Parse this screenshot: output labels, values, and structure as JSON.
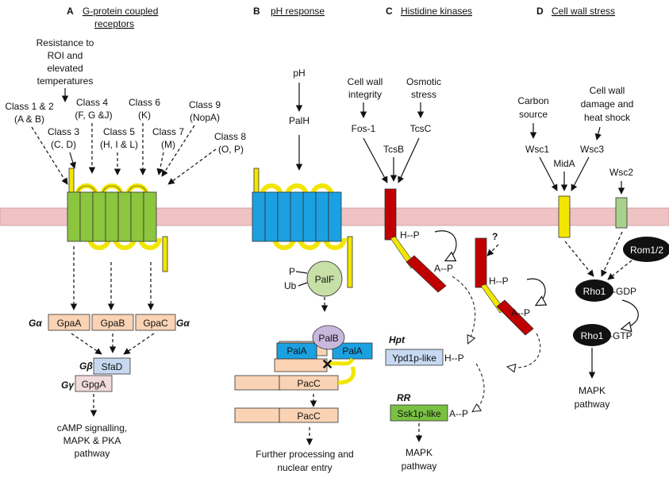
{
  "panels": {
    "A": {
      "letter": "A",
      "title1": "G-protein coupled",
      "title2": "receptors"
    },
    "B": {
      "letter": "B",
      "title": "pH response"
    },
    "C": {
      "letter": "C",
      "title": "Histidine kinases"
    },
    "D": {
      "letter": "D",
      "title": "Cell wall stress"
    }
  },
  "gpcr": {
    "resistance": [
      "Resistance to",
      "ROI and",
      "elevated",
      "temperatures"
    ],
    "class12": [
      "Class 1 & 2",
      "(A & B)"
    ],
    "class3": [
      "Class 3",
      "(C, D)"
    ],
    "class4": [
      "Class 4",
      "(F, G &J)"
    ],
    "class5": [
      "Class 5",
      "(H, I & L)"
    ],
    "class6": [
      "Class 6",
      "(K)"
    ],
    "class7": [
      "Class 7",
      "(M)"
    ],
    "class8": [
      "Class 8",
      "(O, P)"
    ],
    "class9": [
      "Class 9",
      "(NopA)"
    ],
    "galpha": "Gα",
    "gbeta": "Gβ",
    "ggamma": "Gγ",
    "gpaA": "GpaA",
    "gpaB": "GpaB",
    "gpaC": "GpaC",
    "sfaD": "SfaD",
    "gpgA": "GpgA",
    "output": [
      "cAMP signalling,",
      "MAPK & PKA",
      "pathway"
    ]
  },
  "ph": {
    "ph": "pH",
    "palH": "PalH",
    "palF": "PalF",
    "P": "P",
    "Ub": "Ub",
    "palB": "PalB",
    "palA": "PalA",
    "pacC": "PacC",
    "output": [
      "Further processing and",
      "nuclear entry"
    ]
  },
  "hk": {
    "cellwall": [
      "Cell wall",
      "integrity"
    ],
    "osmotic": [
      "Osmotic",
      "stress"
    ],
    "fos1": "Fos-1",
    "tcsC": "TcsC",
    "tcsB": "TcsB",
    "HP": "H--P",
    "AP": "A--P",
    "question": "?",
    "hpt": "Hpt",
    "ypd1": "Ypd1p-like",
    "rr": "RR",
    "ssk1": "Ssk1p-like",
    "output": [
      "MAPK",
      "pathway"
    ]
  },
  "cw": {
    "carbon": [
      "Carbon",
      "source"
    ],
    "damage": [
      "Cell wall",
      "damage and",
      "heat shock"
    ],
    "wsc1": "Wsc1",
    "midA": "MidA",
    "wsc3": "Wsc3",
    "wsc2": "Wsc2",
    "rom12": "Rom1/2",
    "rho1": "Rho1",
    "gdp": "-GDP",
    "gtp": "-GTP",
    "output": [
      "MAPK",
      "pathway"
    ]
  },
  "colors": {
    "membrane": "#efc3c3",
    "gpcr": "#8cc63f",
    "palH": "#1ba1e2",
    "loop": "#f2e600",
    "hk": "#c00000",
    "galpha": "#f9d3b4",
    "sfaD": "#c6d9f1",
    "gpgA": "#f2dcdb",
    "ssk1": "#7ac143",
    "palF": "#c6e0a8",
    "palB": "#c9b8dd",
    "wsc2": "#a9d18e"
  }
}
